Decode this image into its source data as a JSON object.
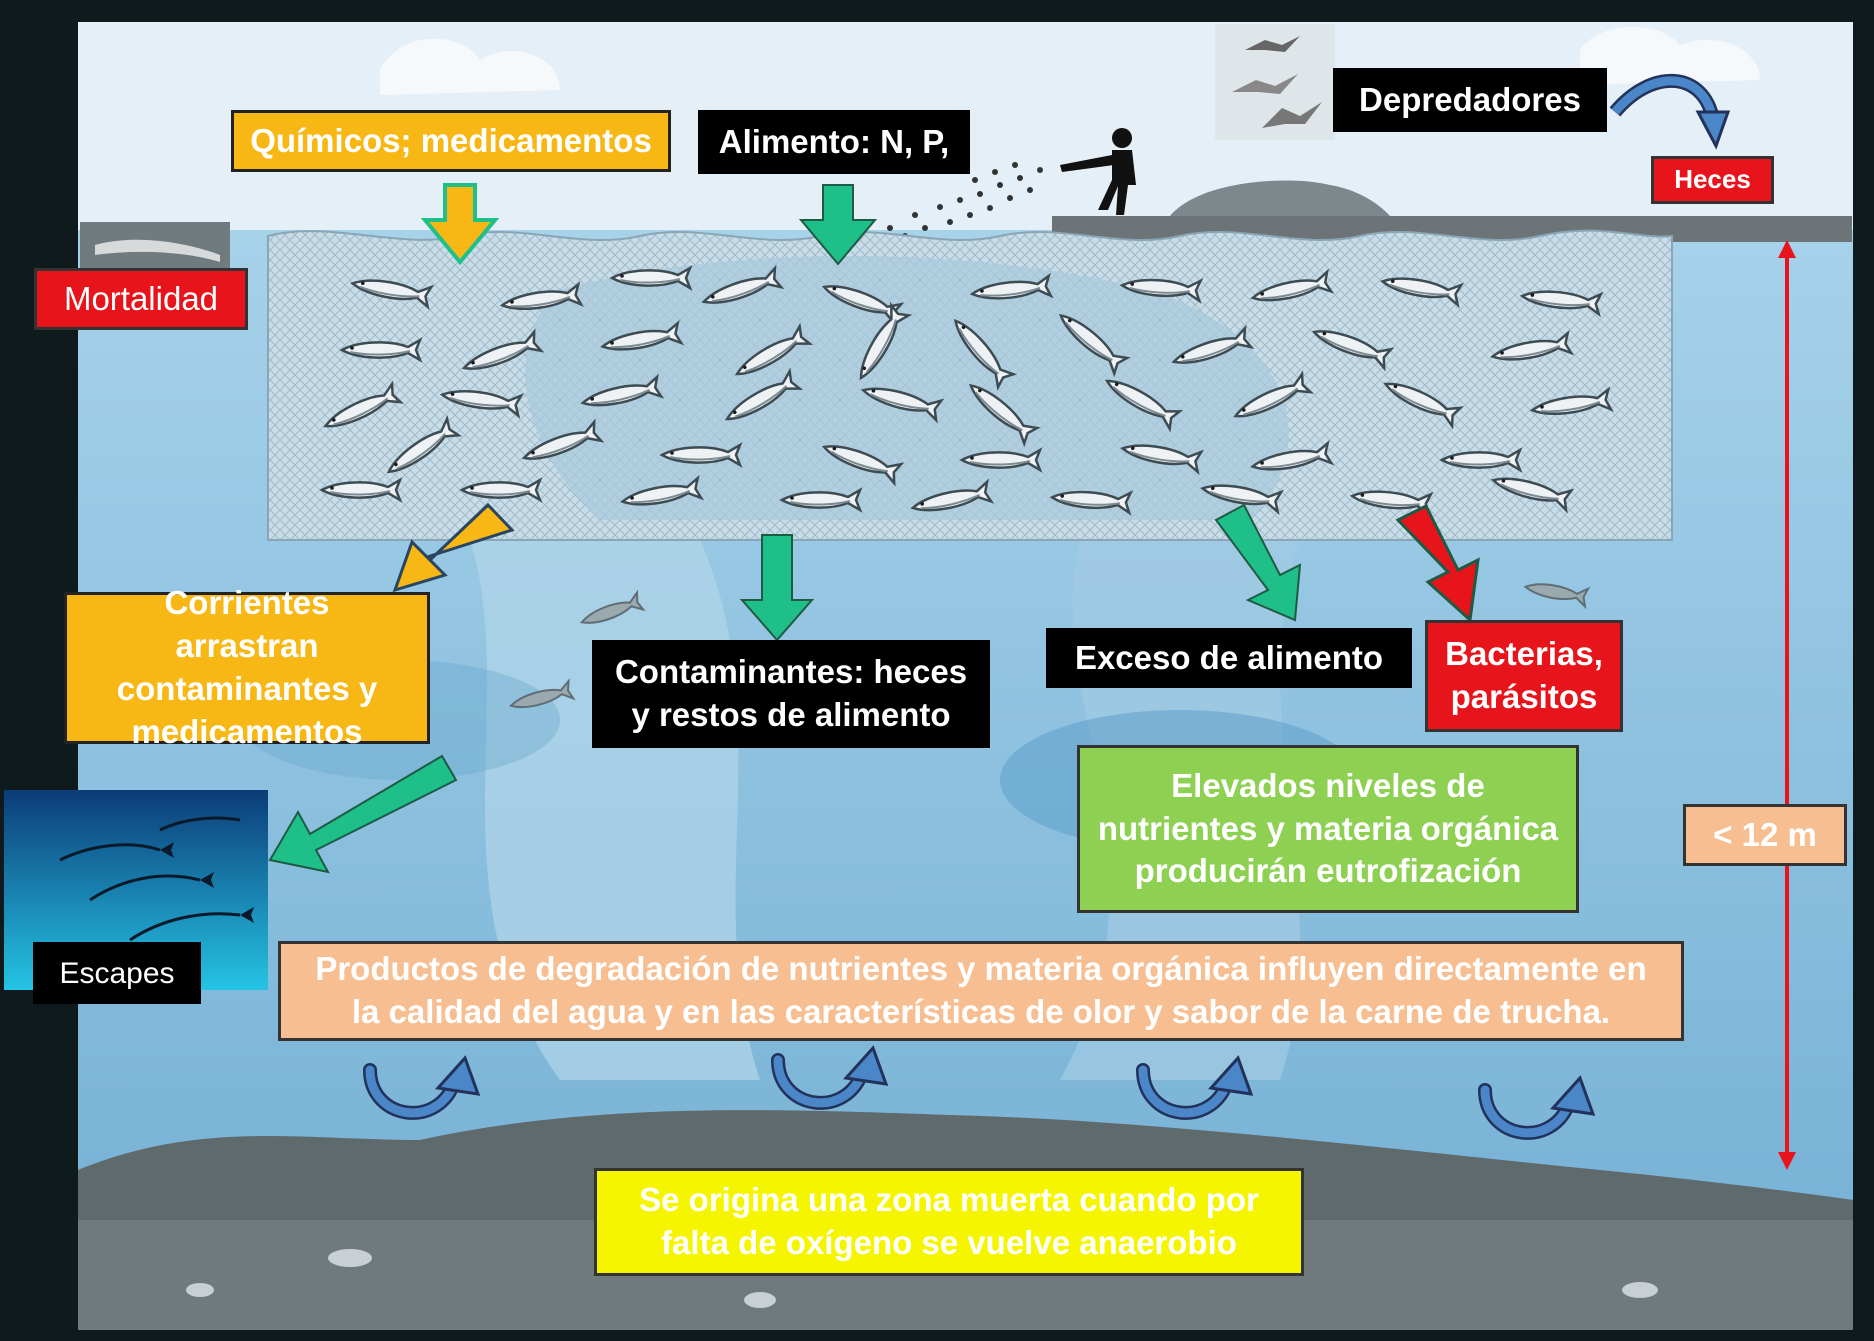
{
  "labels": {
    "quimicos": "Químicos; medicamentos",
    "alimento": "Alimento: N, P,",
    "depredadores": "Depredadores",
    "heces": "Heces",
    "mortalidad": "Mortalidad",
    "corrientes": "Corrientes arrastran contaminantes y medicamentos",
    "contaminantes": "Contaminantes: heces y restos de alimento",
    "exceso": "Exceso de alimento",
    "bacterias": "Bacterias, parásitos",
    "escapes": "Escapes",
    "eutrofizacion": "Elevados niveles de nutrientes y materia orgánica producirán eutrofización",
    "profundidad": "< 12 m",
    "productos": "Productos de degradación de nutrientes y materia orgánica influyen directamente en la calidad del agua y en las características de olor y sabor de la carne de trucha.",
    "zona_muerta": "Se origina una zona muerta cuando por falta de oxígeno se vuelve anaerobio"
  },
  "colors": {
    "sky": "#e2eef6",
    "water": "#8cc0dc",
    "deep_water": "#6aa7cc",
    "sediment": "#5f6a6d",
    "arrow_orange": "#f7b815",
    "arrow_green": "#1fbf8a",
    "arrow_red": "#e8141b",
    "arrow_blue": "#3f7fc4",
    "depth_line": "#e8141b"
  },
  "icons": {
    "fish": "trout-icon",
    "person": "farmer-feeding-icon",
    "birds": "seagull-icon",
    "escaped_fish": "fish-school-icon"
  }
}
